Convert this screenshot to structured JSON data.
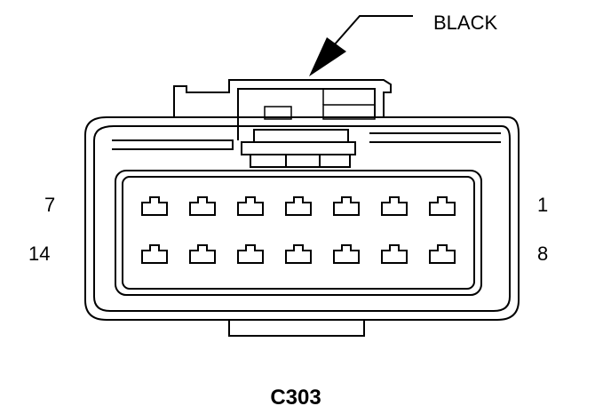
{
  "connector": {
    "id": "C303",
    "color_label": "BLACK",
    "pin_rows": [
      {
        "left_label": "7",
        "right_label": "1",
        "pin_count": 7
      },
      {
        "left_label": "14",
        "right_label": "8",
        "pin_count": 7
      }
    ]
  }
}
